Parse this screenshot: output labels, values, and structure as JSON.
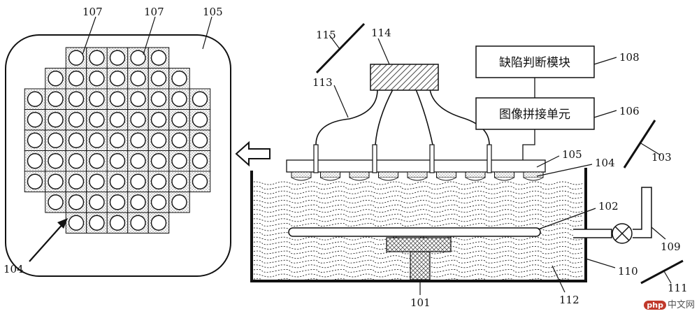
{
  "labels": {
    "l101": "101",
    "l102": "102",
    "l103": "103",
    "l104_top": "104",
    "l104_left": "104",
    "l105_top": "105",
    "l105_right": "105",
    "l106": "106",
    "l107_a": "107",
    "l107_b": "107",
    "l108": "108",
    "l109": "109",
    "l110": "110",
    "l111": "111",
    "l112": "112",
    "l113": "113",
    "l114": "114",
    "l115": "115"
  },
  "boxes": {
    "defect_module": "缺陷判断模块",
    "image_stitch_unit": "图像拼接单元"
  },
  "watermark": {
    "logo": "php",
    "text": "中文网"
  },
  "grid_row_lengths": [
    5,
    7,
    9,
    9,
    9,
    9,
    9,
    7,
    5
  ]
}
